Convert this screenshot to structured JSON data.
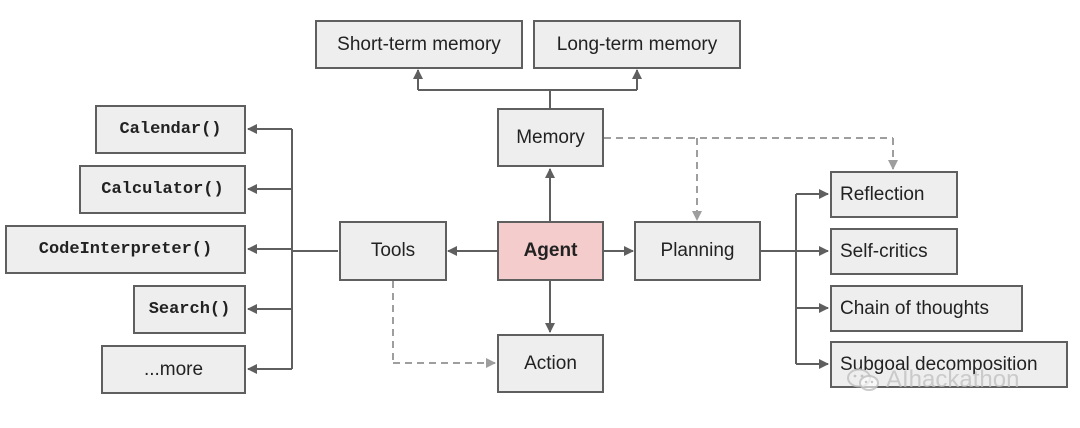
{
  "colors": {
    "node_fill": "#eeeeee",
    "agent_fill": "#f4cccc",
    "edge_solid": "#5f5f5f",
    "edge_dashed": "#9e9e9e"
  },
  "nodes": {
    "short_term_memory": "Short-term memory",
    "long_term_memory": "Long-term memory",
    "memory": "Memory",
    "agent": "Agent",
    "tools": "Tools",
    "planning": "Planning",
    "action": "Action",
    "calendar": "Calendar()",
    "calculator": "Calculator()",
    "code_interpreter": "CodeInterpreter()",
    "search": "Search()",
    "more": "...more",
    "reflection": "Reflection",
    "self_critics": "Self-critics",
    "chain_of_thoughts": "Chain of thoughts",
    "subgoal_decomposition": "Subgoal decomposition"
  },
  "watermark": {
    "text": "AIhackathon",
    "icon": "wechat-icon"
  }
}
